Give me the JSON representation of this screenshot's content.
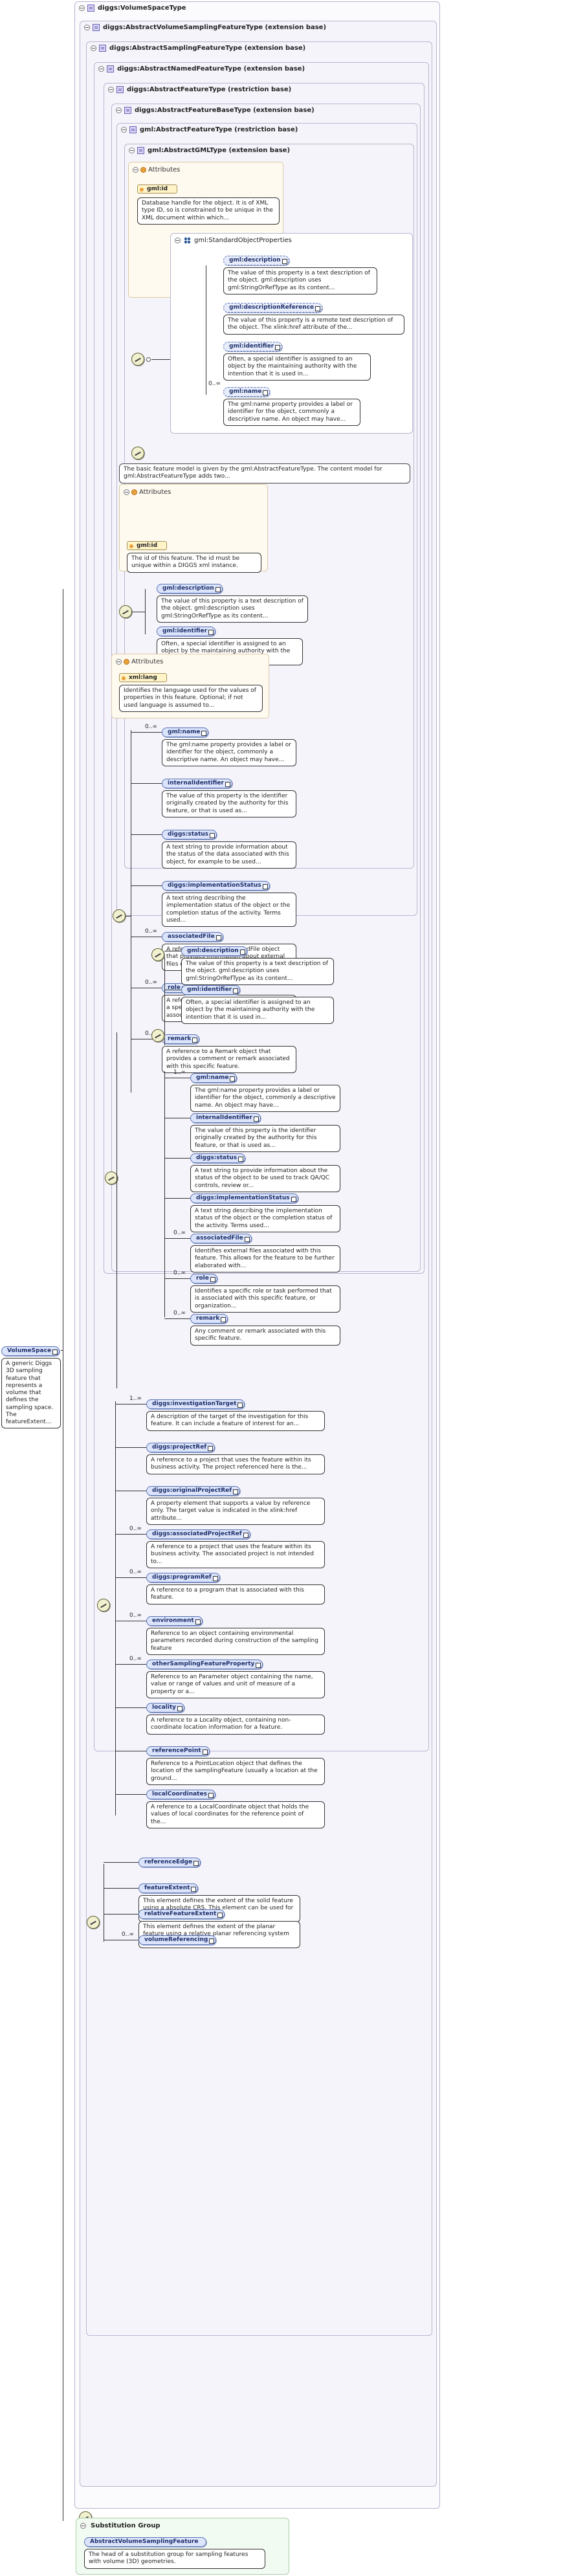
{
  "types": {
    "volume_space_type": "diggs:VolumeSpaceType",
    "abstract_volume_sampling": "diggs:AbstractVolumeSamplingFeatureType (extension base)",
    "abstract_sampling": "diggs:AbstractSamplingFeatureType (extension base)",
    "abstract_named": "diggs:AbstractNamedFeatureType (extension base)",
    "abstract_feature_restr": "diggs:AbstractFeatureType (restriction base)",
    "abstract_feature_base": "diggs:AbstractFeatureBaseType (extension base)",
    "gml_feature_restr": "gml:AbstractFeatureType (restriction base)",
    "gml_gml": "gml:AbstractGMLType (extension base)"
  },
  "gml_attrs": {
    "label": "Attributes",
    "name": "gml:id",
    "doc": "Database handle for the object. It is of XML type ID, so is constrained to be unique in the XML document within which..."
  },
  "std_props": {
    "group": "gml:StandardObjectProperties",
    "items": [
      {
        "name": "gml:description",
        "doc": "The value of this property is a text description of the object. gml:description uses gml:StringOrRefType as its content..."
      },
      {
        "name": "gml:descriptionReference",
        "doc": "The value of this property is a remote text description of the object. The xlink:href attribute of the..."
      },
      {
        "name": "gml:identifier",
        "doc": "Often, a special identifier is assigned to an object by the maintaining authority with the intention that it is used in..."
      },
      {
        "name": "gml:name",
        "doc": "The gml:name property provides a label or identifier for the object, commonly a descriptive name. An object may have..."
      }
    ],
    "name_mult": "0..∞"
  },
  "base_feature_note": "The basic feature model is given by the gml:AbstractFeatureType. The content model for gml:AbstractFeatureType adds two...",
  "restr_attrs": {
    "label": "Attributes",
    "name": "gml:id",
    "doc": "The id of this feature. The id must be unique within a DIGGS xml instance."
  },
  "restr_elems": [
    {
      "name": "gml:description",
      "doc": "The value of this property is a text description of the object. gml:description uses gml:StringOrRefType as its content..."
    },
    {
      "name": "gml:identifier",
      "doc": "Often, a special identifier is assigned to an object by the maintaining authority with the intention that it is used in..."
    }
  ],
  "named_attrs": {
    "label": "Attributes",
    "name": "xml:lang",
    "doc": "Identifies the language used for the values of properties in this feature. Optional; if not used language is assumed to..."
  },
  "named_elems": [
    {
      "name": "gml:name",
      "mult": "0..∞",
      "doc": "The gml:name property provides a label or identifier for the object, commonly a descriptive name. An object may have..."
    },
    {
      "name": "internalIdentifier",
      "mult": "",
      "doc": "The value of this property is the identifier originally created by the authority for this feature, or that is used as..."
    },
    {
      "name": "diggs:status",
      "mult": "",
      "doc": "A text string to provide information about the status of the data associated with this object, for example to be used..."
    },
    {
      "name": "diggs:implementationStatus",
      "mult": "",
      "doc": "A text string describing the implementation status of the object or the completion status of the activity. Terms used..."
    },
    {
      "name": "associatedFile",
      "mult": "0..∞",
      "doc": "A reference to an AssociatedFile object that provides information about external files or documents associated with..."
    },
    {
      "name": "role",
      "mult": "0..∞",
      "doc": "A reference to a Role object that identifies a specific role or task performed that is associated with this specific..."
    },
    {
      "name": "remark",
      "mult": "0..∞",
      "doc": "A reference to a Remark object that provides a comment or remark associated with this specific feature."
    }
  ],
  "sampling_first": [
    {
      "name": "gml:description",
      "doc": "The value of this property is a text description of the object. gml:description uses gml:StringOrRefType as its content..."
    },
    {
      "name": "gml:identifier",
      "doc": "Often, a special identifier is assigned to an object by the maintaining authority with the intention that it is used in..."
    }
  ],
  "sampling_second": [
    {
      "name": "gml:name",
      "mult": "1..∞",
      "doc": "The gml:name property provides a label or identifier for the object, commonly a descriptive name. An object may have..."
    },
    {
      "name": "internalIdentifier",
      "mult": "",
      "doc": "The value of this property is the identifier originally created by the authority for this feature, or that is used as..."
    },
    {
      "name": "diggs:status",
      "mult": "",
      "doc": "A text string to provide information about the status of the object to be used to track QA/QC controls, review or..."
    },
    {
      "name": "diggs:implementationStatus",
      "mult": "",
      "doc": "A text string describing the implementation status of the object or the completion status of the activity. Terms used..."
    },
    {
      "name": "associatedFile",
      "mult": "0..∞",
      "doc": "Identifies external files associated with this feature. This allows for the feature to be further elaborated with..."
    },
    {
      "name": "role",
      "mult": "0..∞",
      "doc": "Identifies a specific role or task performed that is associated with this specific feature, or organization..."
    },
    {
      "name": "remark",
      "mult": "0..∞",
      "doc": "Any comment or remark associated with this specific feature."
    }
  ],
  "sampling_elems": [
    {
      "name": "diggs:investigationTarget",
      "mult": "1..∞",
      "doc": "A description of the target of the investigation for this feature. It can include a feature of interest for an..."
    },
    {
      "name": "diggs:projectRef",
      "mult": "",
      "doc": "A reference to a project that uses the feature within its business activity. The project referenced here is the..."
    },
    {
      "name": "diggs:originalProjectRef",
      "mult": "",
      "doc": "A property element that supports a value by reference only. The target value is indicated in the xlink:href attribute..."
    },
    {
      "name": "diggs:associatedProjectRef",
      "mult": "0..∞",
      "doc": "A reference to a project that uses the feature within its business activity. The associated project is not intended to..."
    },
    {
      "name": "diggs:programRef",
      "mult": "0..∞",
      "doc": "A reference to a program that is associated with this feature."
    },
    {
      "name": "environment",
      "mult": "0..∞",
      "doc": "Reference to an object containing environmental parameters recorded during construction of the sampling feature"
    },
    {
      "name": "otherSamplingFeatureProperty",
      "mult": "0..∞",
      "doc": "Reference to an Parameter object containing the name, value or range of values and unit of measure of a property or a..."
    },
    {
      "name": "locality",
      "mult": "",
      "doc": "A reference to a Locality object, containing non-coordinate location information for a feature."
    },
    {
      "name": "referencePoint",
      "mult": "",
      "doc": "Reference to a PointLocation object that defines the location of the samplingFeature (usually a location at the ground..."
    },
    {
      "name": "localCoordinates",
      "mult": "",
      "doc": "A reference to a LocalCoordinate object that holds the values of local coordinates for the reference point of the..."
    }
  ],
  "volume_elems": [
    {
      "name": "referenceEdge",
      "mult": "",
      "doc": ""
    },
    {
      "name": "featureExtent",
      "mult": "",
      "doc": "This element defines the extent of the solid feature using a absolute CRS. This element can be used for visual..."
    },
    {
      "name": "relativeFeatureExtent",
      "mult": "",
      "doc": "This element defines the extent of the planar feature using a relative planar referencing system (must use..."
    },
    {
      "name": "volumeReferencing",
      "mult": "0..∞",
      "doc": ""
    }
  ],
  "root": {
    "name": "VolumeSpace",
    "doc": "A generic Diggs 3D sampling feature that represents a volume that defines the sampling space. The featureExtent..."
  },
  "substitution": {
    "label": "Substitution Group",
    "name": "AbstractVolumeSamplingFeature",
    "doc": "The head of a substitution group for sampling features with volume (3D) geometries."
  }
}
